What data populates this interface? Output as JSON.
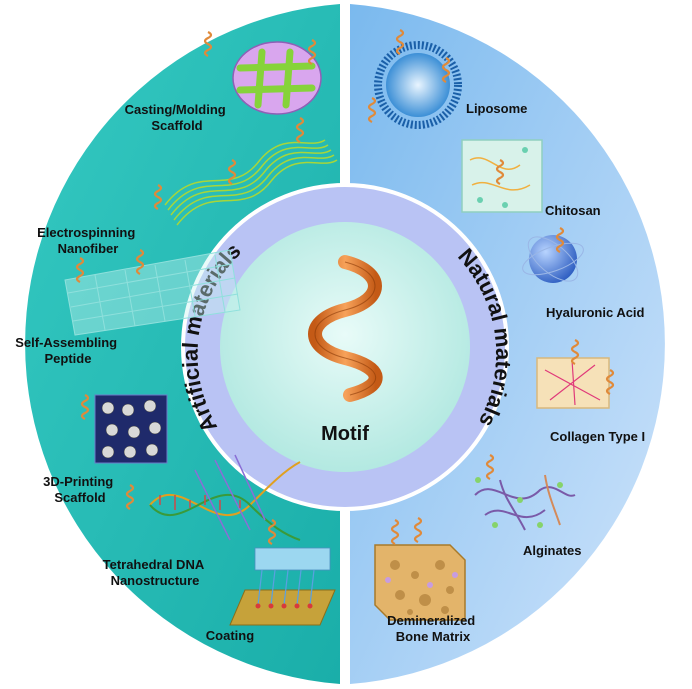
{
  "center": {
    "label": "Motif"
  },
  "left_panel": {
    "title": "Artificial materials",
    "color": "#2ec4be",
    "items": [
      {
        "label_lines": [
          "Casting/Molding",
          "Scaffold"
        ],
        "icon": "grid-scaffold-icon"
      },
      {
        "label_lines": [
          "Electrospinning",
          "Nanofiber"
        ],
        "icon": "fiber-ribbon-icon"
      },
      {
        "label_lines": [
          "Self-Assembling",
          "Peptide"
        ],
        "icon": "mesh-sheet-icon"
      },
      {
        "label_lines": [
          "3D-Printing",
          "Scaffold"
        ],
        "icon": "lattice-cube-icon"
      },
      {
        "label_lines": [
          "Tetrahedral DNA",
          "Nanostructure"
        ],
        "icon": "dna-helix-icon"
      },
      {
        "label_lines": [
          "Coating"
        ],
        "icon": "coated-plate-icon"
      }
    ]
  },
  "right_panel": {
    "title": "Natural materials",
    "color": "#6fb4ec",
    "items": [
      {
        "label_lines": [
          "Liposome"
        ],
        "icon": "liposome-icon"
      },
      {
        "label_lines": [
          "Chitosan"
        ],
        "icon": "chitosan-block-icon"
      },
      {
        "label_lines": [
          "Hyaluronic Acid"
        ],
        "icon": "sphere-icon"
      },
      {
        "label_lines": [
          "Collagen Type I"
        ],
        "icon": "collagen-block-icon"
      },
      {
        "label_lines": [
          "Alginates"
        ],
        "icon": "polymer-network-icon"
      },
      {
        "label_lines": [
          "Demineralized",
          "Bone Matrix"
        ],
        "icon": "bone-matrix-icon"
      }
    ]
  }
}
